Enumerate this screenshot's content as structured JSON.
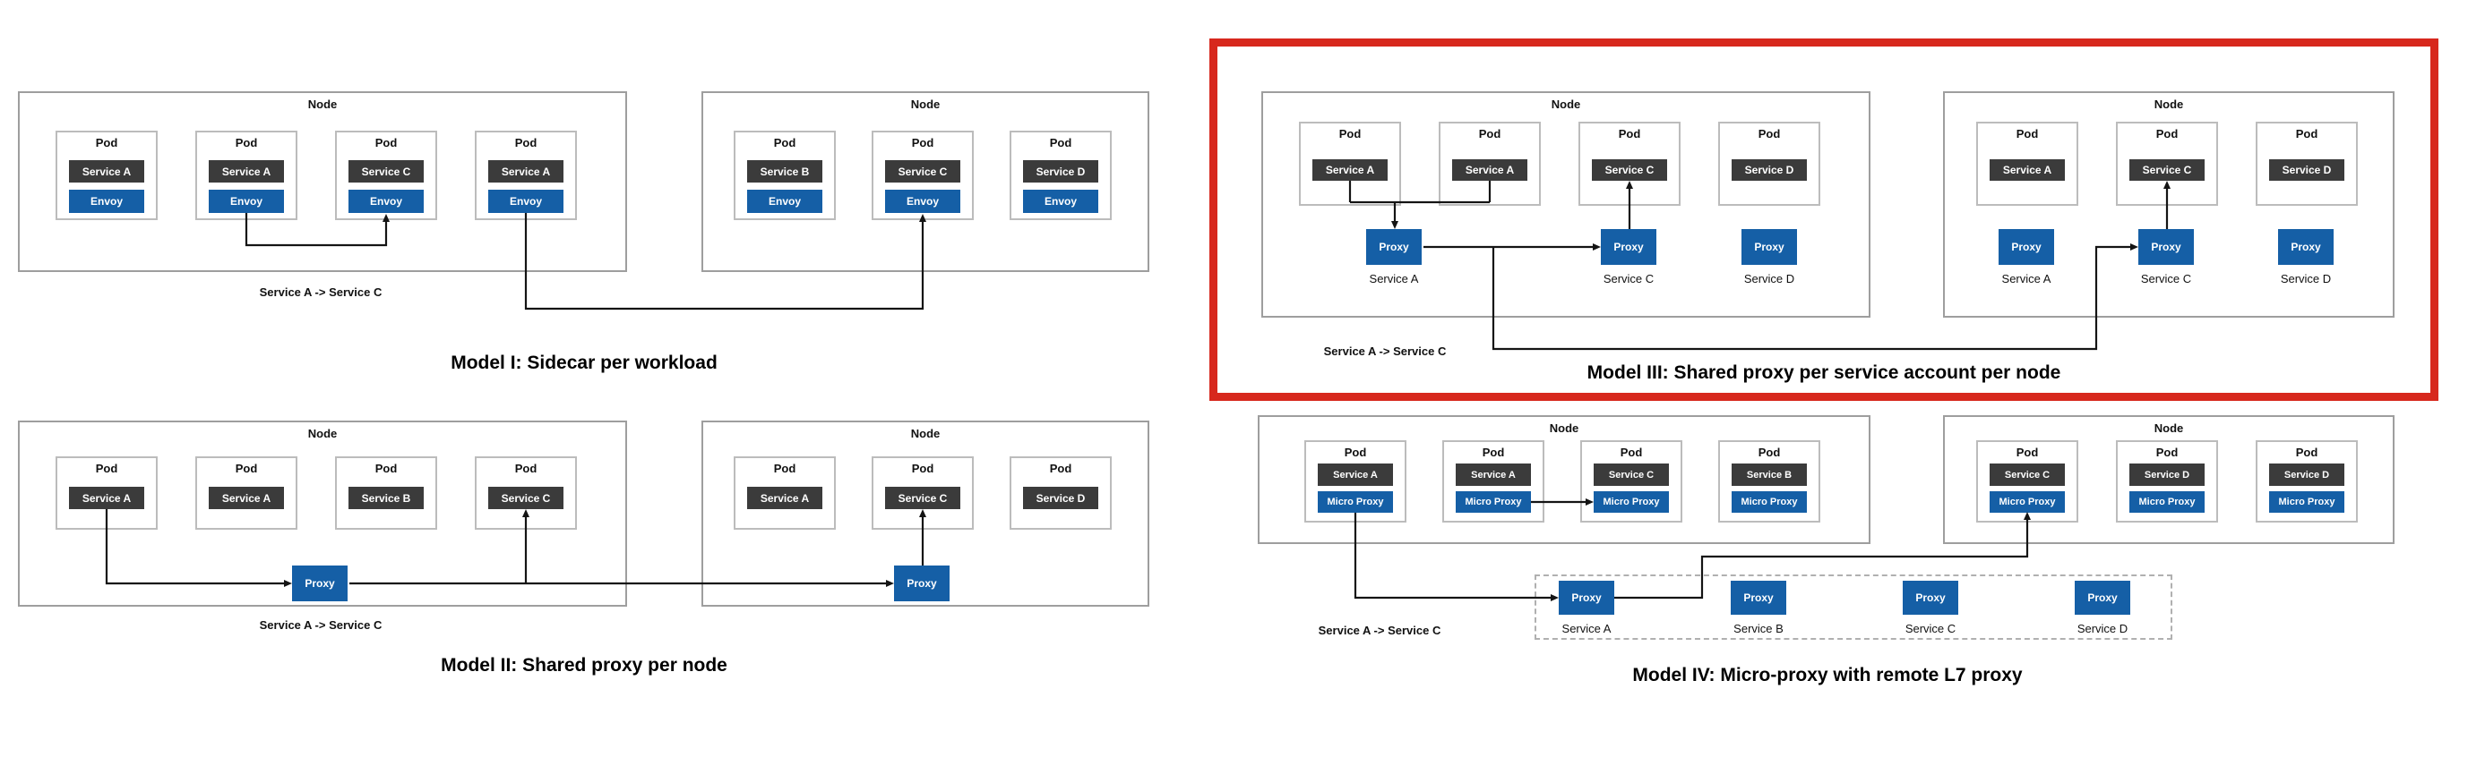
{
  "colors": {
    "proxy_blue": "#155fa6",
    "service_dark": "#3b3b3b",
    "highlight_red": "#d7281d",
    "arrow_black": "#141414"
  },
  "models": [
    {
      "title": "Model I: Sidecar per workload",
      "flow_label": "Service A -> Service C",
      "highlighted": false,
      "nodes": [
        {
          "label": "Node",
          "pods": [
            {
              "label": "Pod",
              "service": "Service A",
              "sidecar": "Envoy"
            },
            {
              "label": "Pod",
              "service": "Service A",
              "sidecar": "Envoy"
            },
            {
              "label": "Pod",
              "service": "Service C",
              "sidecar": "Envoy"
            },
            {
              "label": "Pod",
              "service": "Service A",
              "sidecar": "Envoy"
            }
          ]
        },
        {
          "label": "Node",
          "pods": [
            {
              "label": "Pod",
              "service": "Service B",
              "sidecar": "Envoy"
            },
            {
              "label": "Pod",
              "service": "Service C",
              "sidecar": "Envoy"
            },
            {
              "label": "Pod",
              "service": "Service D",
              "sidecar": "Envoy"
            }
          ]
        }
      ]
    },
    {
      "title": "Model II: Shared proxy per node",
      "flow_label": "Service A -> Service C",
      "highlighted": false,
      "nodes": [
        {
          "label": "Node",
          "pods": [
            {
              "label": "Pod",
              "service": "Service A"
            },
            {
              "label": "Pod",
              "service": "Service A"
            },
            {
              "label": "Pod",
              "service": "Service B"
            },
            {
              "label": "Pod",
              "service": "Service C"
            }
          ],
          "shared_proxies": [
            {
              "label": "Proxy"
            }
          ]
        },
        {
          "label": "Node",
          "pods": [
            {
              "label": "Pod",
              "service": "Service A"
            },
            {
              "label": "Pod",
              "service": "Service C"
            },
            {
              "label": "Pod",
              "service": "Service D"
            }
          ],
          "shared_proxies": [
            {
              "label": "Proxy"
            }
          ]
        }
      ]
    },
    {
      "title": "Model III: Shared proxy per service account per node",
      "flow_label": "Service A -> Service C",
      "highlighted": true,
      "nodes": [
        {
          "label": "Node",
          "pods": [
            {
              "label": "Pod",
              "service": "Service A"
            },
            {
              "label": "Pod",
              "service": "Service A"
            },
            {
              "label": "Pod",
              "service": "Service C"
            },
            {
              "label": "Pod",
              "service": "Service D"
            }
          ],
          "shared_proxies": [
            {
              "label": "Proxy",
              "account": "Service A"
            },
            {
              "label": "Proxy",
              "account": "Service C"
            },
            {
              "label": "Proxy",
              "account": "Service D"
            }
          ]
        },
        {
          "label": "Node",
          "pods": [
            {
              "label": "Pod",
              "service": "Service A"
            },
            {
              "label": "Pod",
              "service": "Service C"
            },
            {
              "label": "Pod",
              "service": "Service D"
            }
          ],
          "shared_proxies": [
            {
              "label": "Proxy",
              "account": "Service A"
            },
            {
              "label": "Proxy",
              "account": "Service C"
            },
            {
              "label": "Proxy",
              "account": "Service D"
            }
          ]
        }
      ]
    },
    {
      "title": "Model IV: Micro-proxy with remote L7 proxy",
      "flow_label": "Service A -> Service C",
      "highlighted": false,
      "nodes": [
        {
          "label": "Node",
          "pods": [
            {
              "label": "Pod",
              "service": "Service A",
              "sidecar": "Micro Proxy"
            },
            {
              "label": "Pod",
              "service": "Service A",
              "sidecar": "Micro Proxy"
            },
            {
              "label": "Pod",
              "service": "Service C",
              "sidecar": "Micro Proxy"
            },
            {
              "label": "Pod",
              "service": "Service B",
              "sidecar": "Micro Proxy"
            }
          ]
        },
        {
          "label": "Node",
          "pods": [
            {
              "label": "Pod",
              "service": "Service C",
              "sidecar": "Micro Proxy"
            },
            {
              "label": "Pod",
              "service": "Service D",
              "sidecar": "Micro Proxy"
            },
            {
              "label": "Pod",
              "service": "Service D",
              "sidecar": "Micro Proxy"
            }
          ]
        }
      ],
      "remote_proxy_group": {
        "proxies": [
          {
            "label": "Proxy",
            "account": "Service A"
          },
          {
            "label": "Proxy",
            "account": "Service B"
          },
          {
            "label": "Proxy",
            "account": "Service C"
          },
          {
            "label": "Proxy",
            "account": "Service D"
          }
        ]
      }
    }
  ]
}
